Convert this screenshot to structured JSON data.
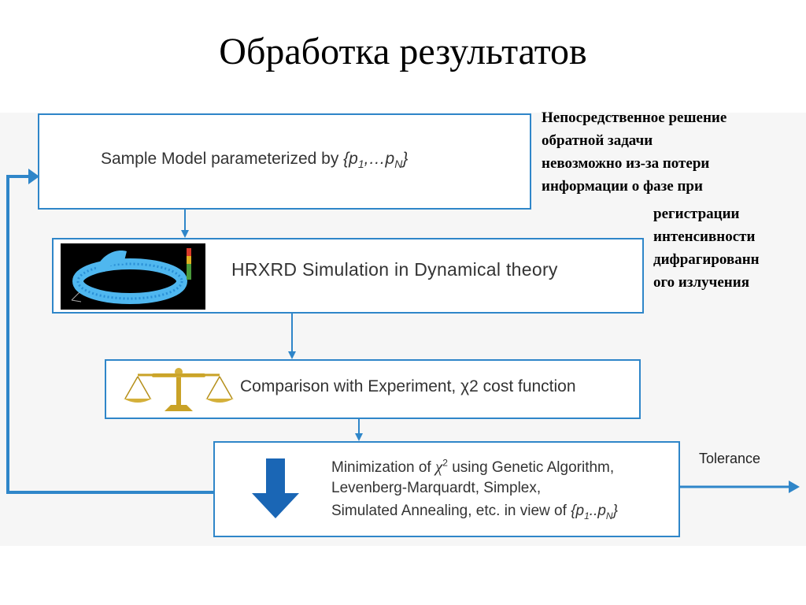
{
  "slide": {
    "title": "Обработка результатов"
  },
  "note": {
    "lines": [
      "Непосредственное решение",
      "обратной задачи",
      "невозможно из-за потери",
      "информации о фазе при",
      "регистрации",
      "интенсивности",
      "дифрагированн",
      "ого излучения"
    ]
  },
  "flow": {
    "accent_color": "#2f86c9",
    "box1": {
      "text": "Sample Model parameterized by",
      "params": "{p",
      "sub1": "1",
      "mid": ",…p",
      "subN": "N",
      "close": "}"
    },
    "box2": {
      "text": "HRXRD Simulation in Dynamical theory",
      "image": "ring-simulation-render"
    },
    "box3": {
      "text": "Comparison with Experiment, χ2 cost function",
      "image": "balance-scale-icon"
    },
    "box4": {
      "line1_a": "Minimization of ",
      "chi": "χ",
      "sup": "2",
      "line1_b": " using Genetic Algorithm,",
      "line2": "Levenberg-Marquardt, Simplex,",
      "line3_a": "Simulated Annealing, etc. in view of ",
      "p_open": "{p",
      "sub1": "1",
      "dots": "..p",
      "subN": "N",
      "close": "}",
      "icon": "down-arrow-icon"
    },
    "tolerance_label": "Tolerance"
  }
}
